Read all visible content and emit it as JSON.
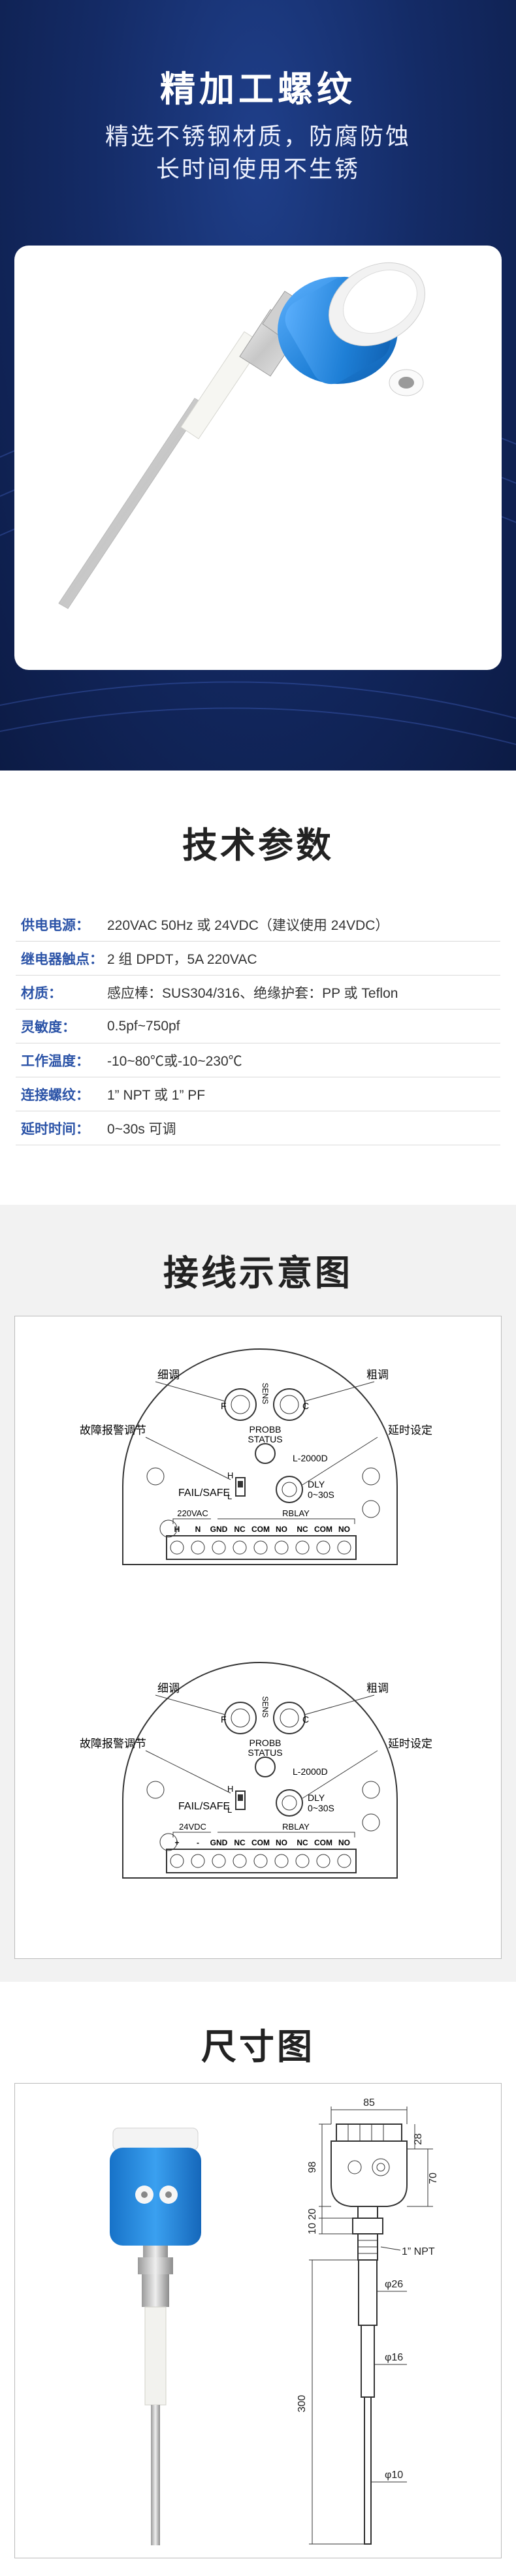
{
  "hero": {
    "title": "精加工螺纹",
    "subtitle_line1": "精选不锈钢材质，防腐防蚀",
    "subtitle_line2": "长时间使用不生锈"
  },
  "params": {
    "title": "技术参数",
    "rows": [
      {
        "label": "供电电源：",
        "value": "220VAC 50Hz 或 24VDC（建议使用 24VDC）"
      },
      {
        "label": "继电器触点：",
        "value": "2 组 DPDT，5A 220VAC"
      },
      {
        "label": "材质：",
        "value": "感应棒：SUS304/316、绝缘护套：PP 或 Teflon"
      },
      {
        "label": "灵敏度：",
        "value": "0.5pf~750pf"
      },
      {
        "label": "工作温度：",
        "value": "-10~80℃或-10~230℃"
      },
      {
        "label": "连接螺纹：",
        "value": "1” NPT 或 1” PF"
      },
      {
        "label": "延时时间：",
        "value": "0~30s 可调"
      }
    ]
  },
  "wiring": {
    "title": "接线示意图",
    "fine": "细调",
    "coarse": "粗调",
    "fault_alarm": "故障报警调节",
    "delay_set": "延时设定",
    "knob_f": "F",
    "knob_c": "C",
    "sens": "SENS",
    "probb": "PROBB",
    "status": "STATUS",
    "model": "L-2000D",
    "failsafe": "FAIL/SAFE",
    "h": "H",
    "l": "L",
    "dly": "DLY",
    "dly_range": "0~30S",
    "rblay": "RBLAY",
    "diagram1_power": "220VAC",
    "diagram1_terminals": [
      "H",
      "N",
      "GND",
      "NC",
      "COM",
      "NO",
      "NC",
      "COM",
      "NO"
    ],
    "diagram2_power": "24VDC",
    "diagram2_terminals": [
      "+",
      "-",
      "GND",
      "NC",
      "COM",
      "NO",
      "NC",
      "COM",
      "NO"
    ]
  },
  "dimension": {
    "title": "尺寸图",
    "d85": "85",
    "d28": "28",
    "d98": "98",
    "d70": "70",
    "d20": "20",
    "d10": "10",
    "thread": "1” NPT",
    "phi26": "φ26",
    "phi16": "φ16",
    "d300": "300",
    "phi10": "φ10"
  },
  "colors": {
    "hero_bg": "#142b66",
    "accent_blue": "#2b53a7",
    "housing_blue": "#1e8ce0"
  }
}
